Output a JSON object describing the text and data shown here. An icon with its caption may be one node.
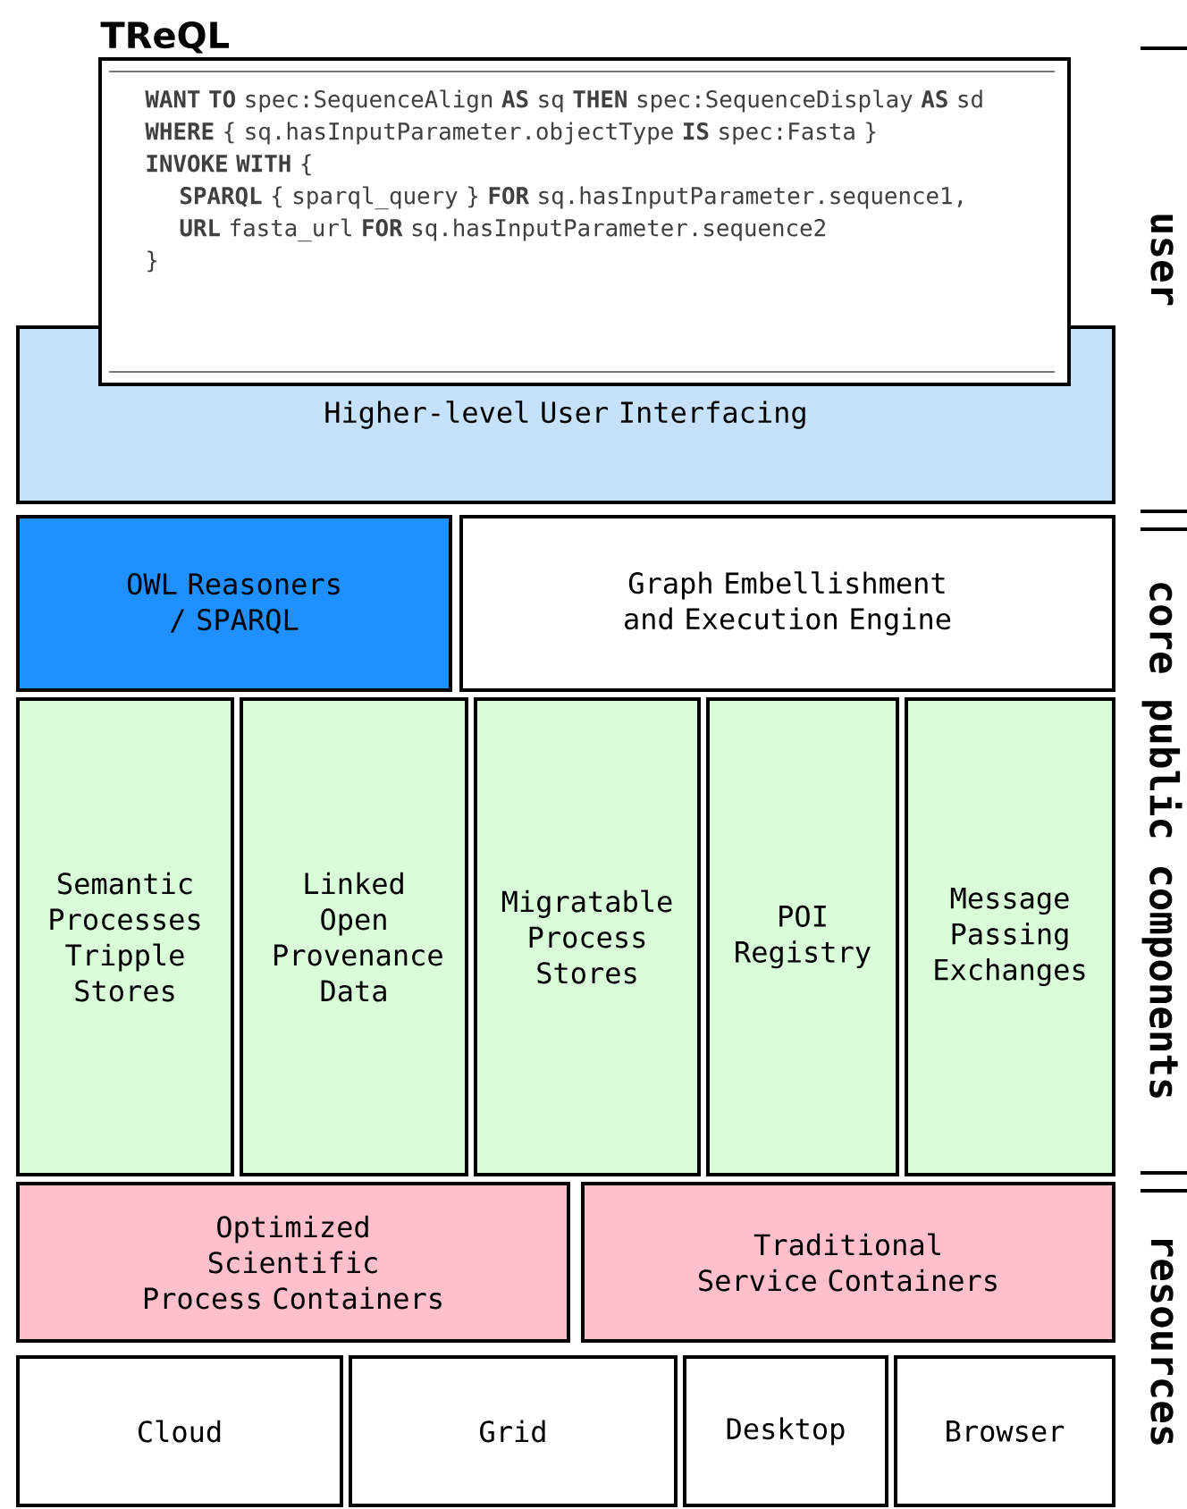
{
  "diagram": {
    "nodes": [
      {
        "text": [
          "TReQL",
          "**WANT TO** spec:SequenceAlign **AS** sq **THEN** spec:SequenceDisplay **AS** sd",
          "**WHERE** { sq.hasInputParameter.objectType **IS** spec:Fasta }",
          "**INVOKE WITH** {",
          "**SPARQL** { sparql_query } **FOR** sq.hasInputParameter.sequence1,",
          "**URL** fasta_url **FOR** sq.hasInputParameter.sequence2",
          "}"
        ]
      },
      {
        "text": [
          "Higher-level User Interfacing"
        ]
      },
      {
        "text": [
          "OWL Reasoners / SPARQL"
        ]
      },
      {
        "text": [
          "Graph Embellishment and Execution Engine"
        ]
      },
      {
        "text": [
          "Semantic Processes Tripple Stores"
        ]
      },
      {
        "text": [
          "Linked Open Provenance Data"
        ]
      },
      {
        "text": [
          "Migratable Process Stores"
        ]
      },
      {
        "text": [
          "POI Registry"
        ]
      },
      {
        "text": [
          "Message Passing Exchanges"
        ]
      },
      {
        "text": [
          "Optimized Scientific Process Containers"
        ]
      },
      {
        "text": [
          "Traditional Service Containers"
        ]
      },
      {
        "text": [
          "Cloud"
        ]
      },
      {
        "text": [
          "Grid"
        ]
      },
      {
        "text": [
          "Desktop"
        ]
      },
      {
        "text": [
          "Browser"
        ]
      }
    ],
    "labels": [
      "user",
      "core public components",
      "resources"
    ]
  }
}
